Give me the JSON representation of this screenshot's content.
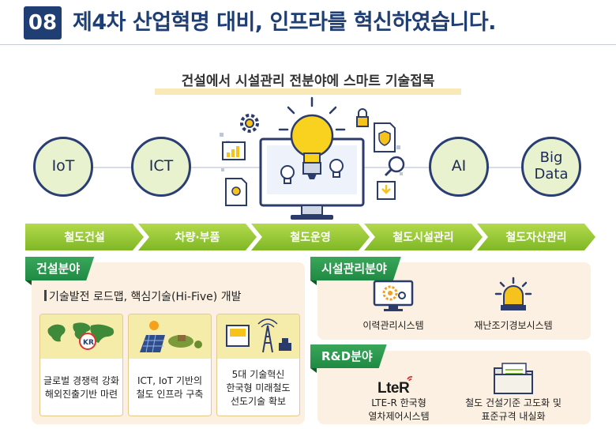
{
  "header": {
    "number": "08",
    "title": "제4차 산업혁명 대비, 인프라를 혁신하였습니다."
  },
  "subtitle": "건설에서 시설관리 전분야에 스마트 기술접목",
  "technologies": [
    "IoT",
    "ICT",
    "AI",
    "Big\nData"
  ],
  "stages": [
    "철도건설",
    "차량·부품",
    "철도운영",
    "철도시설관리",
    "철도자산관리"
  ],
  "construction": {
    "tag": "건설분야",
    "roadmap": "기술발전 로드맵, 핵심기술(Hi-Five) 개발",
    "cards": [
      {
        "icon": "world-map-icon",
        "line1": "글로벌 경쟁력 강화",
        "line2": "해외진출기반 마련",
        "line3": ""
      },
      {
        "icon": "solar-panel-icon",
        "line1": "ICT, IoT 기반의",
        "line2": "철도 인프라 구축",
        "line3": ""
      },
      {
        "icon": "rail-tech-icon",
        "line1": "5대 기술혁신",
        "line2": "한국형 미래철도",
        "line3": "선도기술 확보"
      }
    ]
  },
  "facility": {
    "tag": "시설관리분야",
    "items": [
      {
        "icon": "monitor-gear-icon",
        "label": "이력관리시스템"
      },
      {
        "icon": "warning-siren-icon",
        "label": "재난조기경보시스템"
      }
    ]
  },
  "rnd": {
    "tag": "R&D분야",
    "logo_text": "LteR",
    "items": [
      {
        "icon": "lte-r-logo",
        "line1": "LTE-R 한국형",
        "line2": "열차제어시스템"
      },
      {
        "icon": "document-folder-icon",
        "line1": "철도 건설기준 고도화 및",
        "line2": "표준규격 내실화"
      }
    ]
  },
  "colors": {
    "navy": "#1f3f74",
    "green": "#2a9a4e",
    "lime": "#8cc63f",
    "panel": "#fbf0e1",
    "yellow": "#f6c21c"
  }
}
